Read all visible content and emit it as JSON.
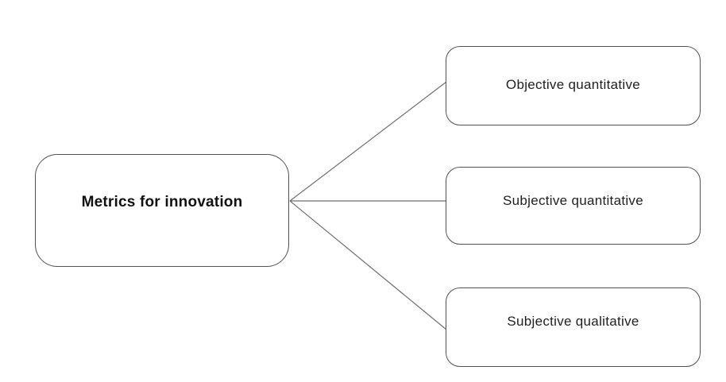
{
  "diagram": {
    "type": "mind-map",
    "root": {
      "id": "metrics-for-innovation",
      "label": "Metrics for innovation"
    },
    "children": [
      {
        "id": "objective-quantitative",
        "label": "Objective quantitative"
      },
      {
        "id": "subjective-quantitative",
        "label": "Subjective quantitative"
      },
      {
        "id": "subjective-qualitative",
        "label": "Subjective qualitative"
      }
    ],
    "edges": [
      {
        "from": "metrics-for-innovation",
        "to": "objective-quantitative"
      },
      {
        "from": "metrics-for-innovation",
        "to": "subjective-quantitative"
      },
      {
        "from": "metrics-for-innovation",
        "to": "subjective-qualitative"
      }
    ],
    "colors": {
      "background": "#ffffff",
      "node_fill": "#ffffff",
      "node_border": "#525252",
      "connector": "#6e6e6e",
      "text": "#1f1f1f"
    }
  }
}
